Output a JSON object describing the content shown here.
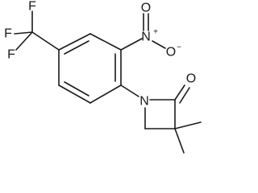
{
  "molecule": {
    "atoms": {
      "f_top": "F",
      "f_left_upper": "F",
      "f_left_lower": "F",
      "nitro_n": "N",
      "nitro_n_charge": "+",
      "nitro_o_top": "O",
      "nitro_o_right": "O",
      "nitro_o_charge": "−",
      "ketone_o": "O",
      "ring_n": "N"
    }
  }
}
